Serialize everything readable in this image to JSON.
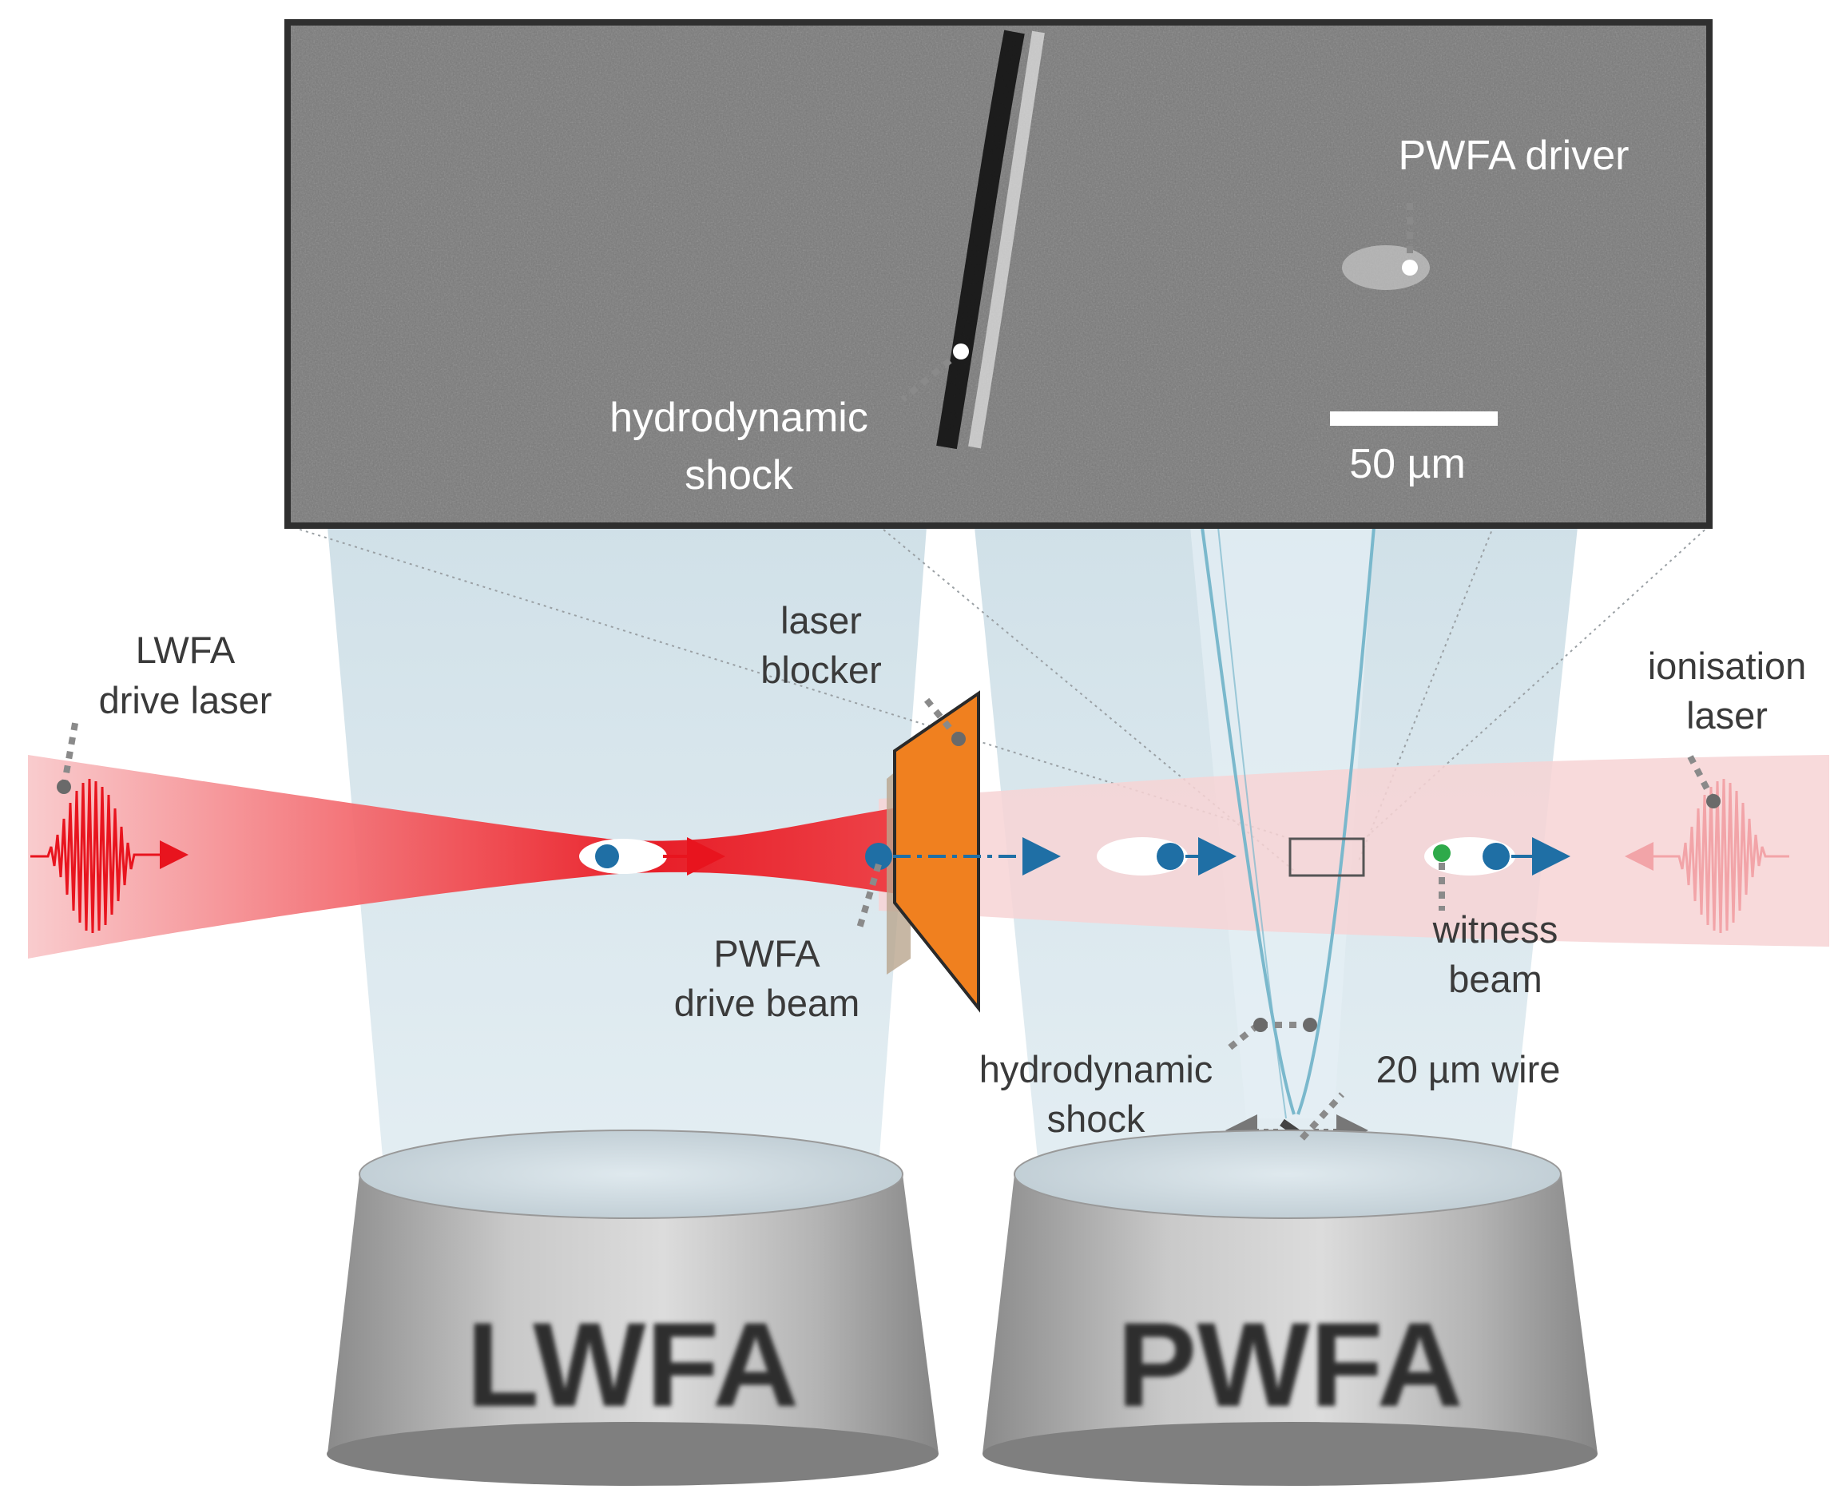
{
  "inset": {
    "pwfa_driver": "PWFA driver",
    "shock_line1": "hydrodynamic",
    "shock_line2": "shock",
    "scalebar": "50 µm"
  },
  "labels": {
    "lwfa_laser_line1": "LWFA",
    "lwfa_laser_line2": "drive laser",
    "laser_blocker_line1": "laser",
    "laser_blocker_line2": "blocker",
    "ionisation_line1": "ionisation",
    "ionisation_line2": "laser",
    "pwfa_beam_line1": "PWFA",
    "pwfa_beam_line2": "drive beam",
    "witness_line1": "witness",
    "witness_line2": "beam",
    "shock_line1": "hydrodynamic",
    "shock_line2": "shock",
    "wire": "20 µm wire"
  },
  "stages": {
    "left": "LWFA",
    "right": "PWFA"
  },
  "colors": {
    "laser_red": "#e8141e",
    "beam_blue": "#1f6fa5",
    "blocker_orange": "#f0801f",
    "probe_blue": "#cfe1ea",
    "wire_blue": "#7ab8cc",
    "witness_green": "#2eaa4a",
    "stage_grey": "#9a9a9a"
  }
}
